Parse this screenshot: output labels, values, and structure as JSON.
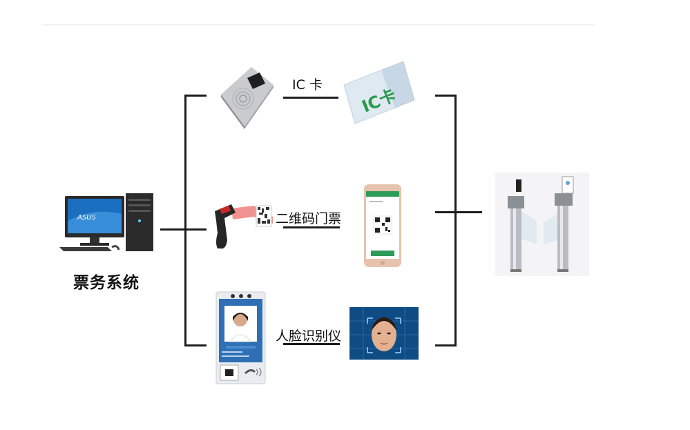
{
  "system": {
    "label": "票务系统",
    "monitor_brand": "ASUS"
  },
  "branches": {
    "ic": {
      "label": "IC 卡",
      "card_text": "IC卡"
    },
    "qr": {
      "label": "二维码门票"
    },
    "face": {
      "label": "人脸识别仪"
    }
  },
  "colors": {
    "line": "#1c1c1c",
    "card_green": "#2e9b58",
    "scanner_laser": "#e53935",
    "monitor_blue": "#1b6fc0"
  }
}
